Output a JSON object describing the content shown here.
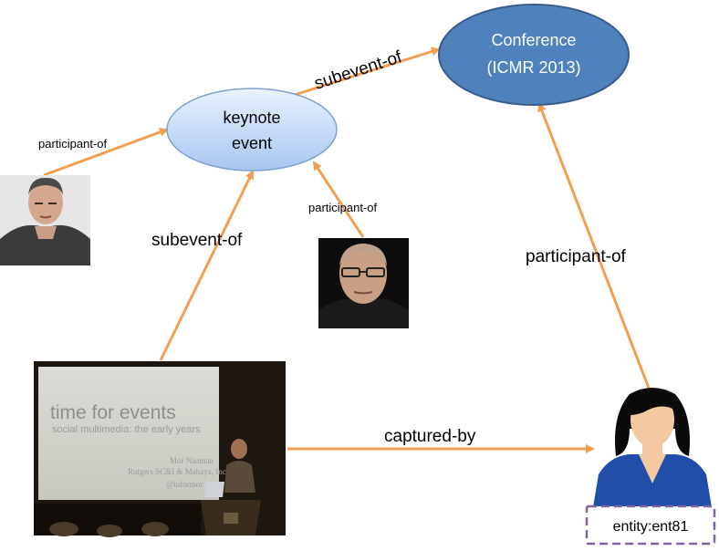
{
  "nodes": {
    "conference": {
      "line1": "Conference",
      "line2": "(ICMR 2013)"
    },
    "keynote": {
      "line1": "keynote",
      "line2": "event"
    },
    "entity": {
      "label": "entity:ent81"
    }
  },
  "edges": {
    "keynote_to_conference": "subevent-of",
    "speaker1_to_keynote": "participant-of",
    "speaker2_to_keynote": "participant-of",
    "photo_to_keynote": "subevent-of",
    "entity_to_conference": "participant-of",
    "photo_to_entity": "captured-by"
  },
  "slide": {
    "title": "time for events",
    "subtitle": "social multimedia: the early years",
    "author": "Mor Naaman",
    "affiliation": "Rutgers SC&I & Mahaya, Inc.",
    "handle": "@informor"
  },
  "colors": {
    "arrow": "#f0a050",
    "conference_fill": "#4f81bd",
    "keynote_fill": "#c6daf6",
    "entity_border": "#8064a2"
  }
}
